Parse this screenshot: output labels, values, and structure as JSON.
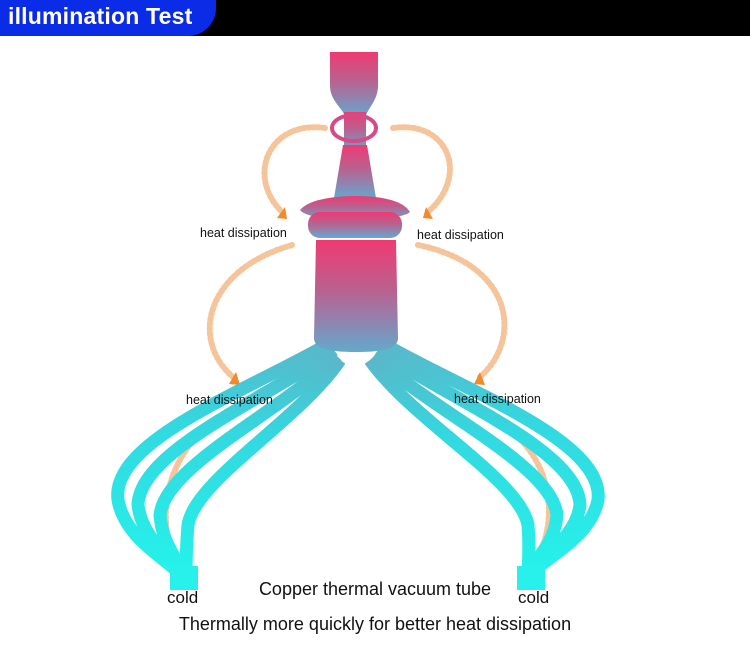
{
  "header": {
    "title": "illumination Test"
  },
  "labels": {
    "heat_top_left": "heat dissipation",
    "heat_top_right": "heat dissipation",
    "heat_mid_left": "heat dissipation",
    "heat_mid_right": "heat dissipation",
    "cold_left": "cold",
    "cold_right": "cold"
  },
  "captions": {
    "line1": "Copper thermal vacuum tube",
    "line2": "Thermally more quickly for better heat dissipation"
  },
  "colors": {
    "header_bg": "#000000",
    "header_tab": "#0a2ce6",
    "bulb_top": "#ee3a73",
    "bulb_mid": "#b0608f",
    "bulb_low": "#6fa1c4",
    "ribbon": "#2ee3e6",
    "heat_arrow": "#f6c39a",
    "heat_arrow_head": "#f08a2a"
  }
}
